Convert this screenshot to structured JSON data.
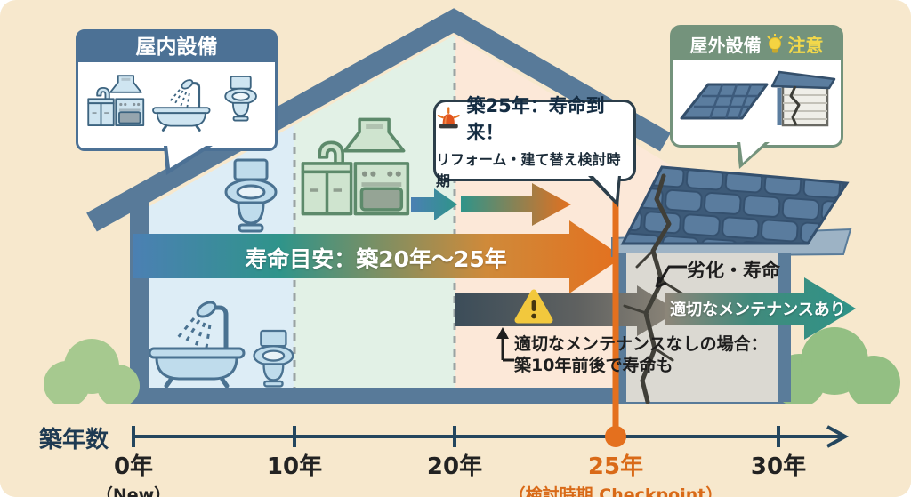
{
  "colors": {
    "background": "#f7e8cd",
    "frame_blue": "#587a99",
    "accent_orange": "#e4701e",
    "teal": "#2f9488",
    "steel_blue": "#4b80b3",
    "dark_bar": "#3d4e5a",
    "gray_arrow": "#8d8679",
    "sage_green": "#74937c",
    "warning_yellow": "#f2c83d",
    "timeline_navy": "#24465e",
    "band_blue": "#ddedf6",
    "band_mint": "#e2f1e6",
    "band_peach": "#fce8d8"
  },
  "indoor_panel": {
    "title": "屋内設備",
    "icons": [
      "kitchen-icon",
      "bathtub-shower-icon",
      "toilet-icon"
    ]
  },
  "outdoor_panel": {
    "title": "屋外設備",
    "caution_badge": "注意",
    "icons": [
      "bulb-icon",
      "roof-tiles-icon",
      "cracked-wall-icon"
    ]
  },
  "alert_callout": {
    "line1": "築25年：寿命到来！",
    "line2": "リフォーム・建て替え検討時期",
    "icon": "siren-icon"
  },
  "lifespan_arrow": {
    "label": "寿命目安：築20年〜25年"
  },
  "maintenance_arrow": {
    "label": "適切なメンテナンスあり"
  },
  "deterioration_label": "劣化・寿命",
  "no_maintenance_note": {
    "line1": "適切なメンテナンスなしの場合：",
    "line2": "築10年前後で寿命も",
    "icon": "warning-triangle-icon"
  },
  "timeline": {
    "axis_label": "築年数",
    "ticks": [
      {
        "label": "0年",
        "sublabel": "（New）"
      },
      {
        "label": "10年",
        "sublabel": ""
      },
      {
        "label": "20年",
        "sublabel": ""
      },
      {
        "label": "25年",
        "sublabel": "（検討時期 Checkpoint）"
      },
      {
        "label": "30年",
        "sublabel": ""
      }
    ]
  }
}
